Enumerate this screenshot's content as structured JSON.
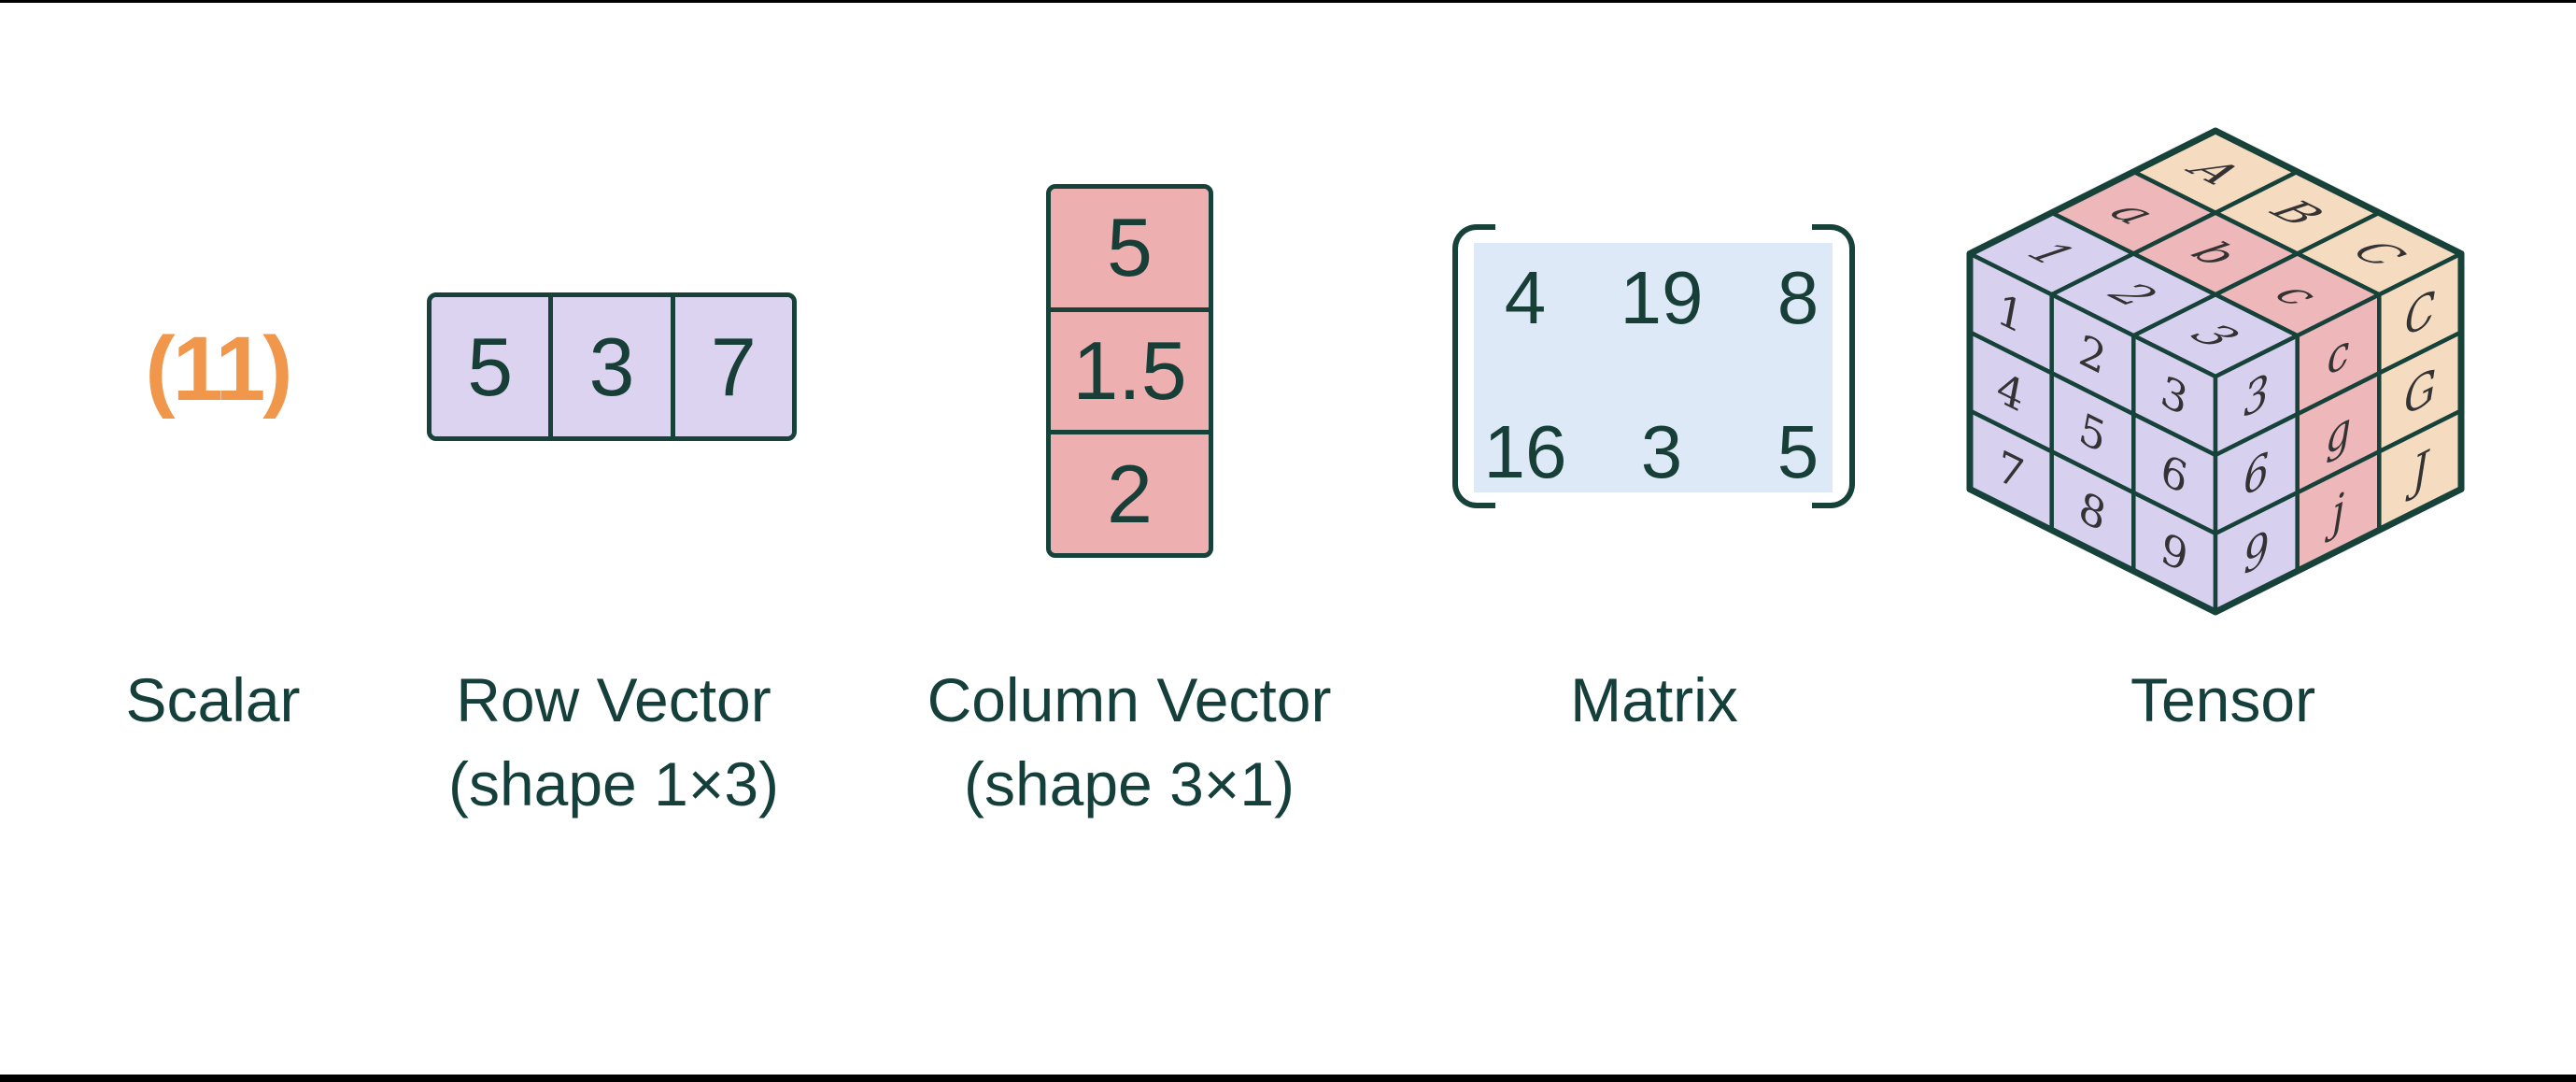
{
  "figure": {
    "scalar": {
      "value": "(11)",
      "label": "Scalar"
    },
    "row_vector": {
      "cells": [
        "5",
        "3",
        "7"
      ],
      "label": "Row Vector",
      "shape_note": "(shape 1×3)"
    },
    "column_vector": {
      "cells": [
        "5",
        "1.5",
        "2"
      ],
      "label": "Column Vector",
      "shape_note": "(shape 3×1)"
    },
    "matrix": {
      "rows": [
        [
          "4",
          "19",
          "8"
        ],
        [
          "16",
          "3",
          "5"
        ]
      ],
      "label": "Matrix"
    },
    "tensor": {
      "label": "Tensor",
      "top_rows": [
        [
          "A",
          "B",
          "C"
        ],
        [
          "a",
          "b",
          "c"
        ],
        [
          "1",
          "2",
          "3"
        ]
      ],
      "front_rows": [
        [
          "1",
          "2",
          "3"
        ],
        [
          "4",
          "5",
          "6"
        ],
        [
          "7",
          "8",
          "9"
        ]
      ],
      "side_cols": [
        [
          "3",
          "6",
          "9"
        ],
        [
          "c",
          "g",
          "j"
        ],
        [
          "C",
          "G",
          "J"
        ]
      ]
    },
    "colors": {
      "accent_orange": "#f0974b",
      "teal_text": "#153f3a",
      "teal_border": "#16423a",
      "purple_fill": "#dcd3f1",
      "pink_fill": "#eeafb1",
      "matrix_fill": "#dde9f6",
      "cube_purple": "#d8d0ef",
      "cube_pink": "#eeb8ba",
      "cube_peach": "#f5dcc1"
    }
  }
}
